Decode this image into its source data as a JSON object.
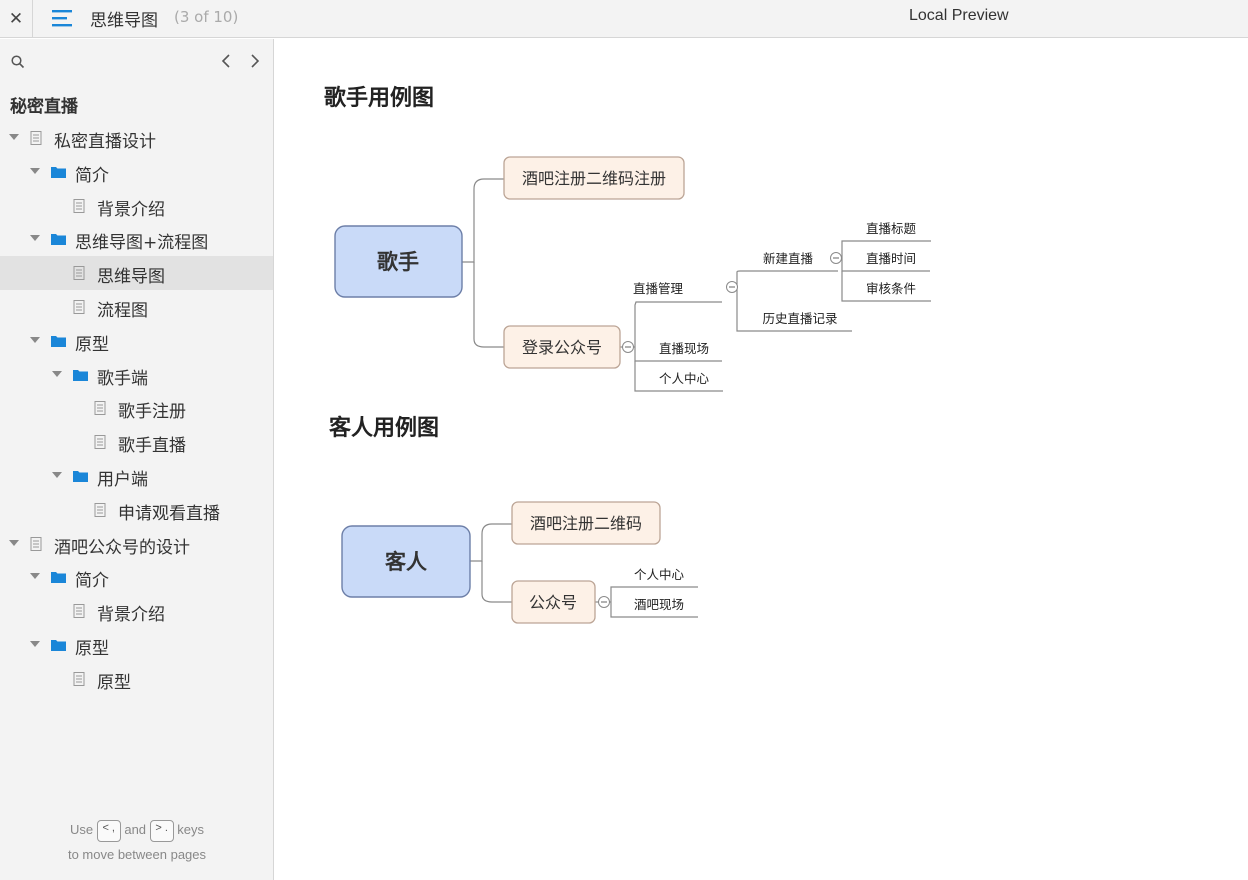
{
  "topbar": {
    "close_label": "✕",
    "title": "思维导图",
    "page_count": "(3 of 10)",
    "preview_label": "Local Preview"
  },
  "sidebar": {
    "project_title": "秘密直播",
    "items": [
      {
        "label": "私密直播设计",
        "level": 0,
        "type": "page",
        "expanded": true
      },
      {
        "label": "简介",
        "level": 1,
        "type": "folder",
        "expanded": true
      },
      {
        "label": "背景介绍",
        "level": 2,
        "type": "page"
      },
      {
        "label": "思维导图+流程图",
        "level": 1,
        "type": "folder",
        "expanded": true
      },
      {
        "label": "思维导图",
        "level": 2,
        "type": "page",
        "selected": true
      },
      {
        "label": "流程图",
        "level": 2,
        "type": "page"
      },
      {
        "label": "原型",
        "level": 1,
        "type": "folder",
        "expanded": true
      },
      {
        "label": "歌手端",
        "level": 2,
        "type": "folder",
        "expanded": true
      },
      {
        "label": "歌手注册",
        "level": 3,
        "type": "page"
      },
      {
        "label": "歌手直播",
        "level": 3,
        "type": "page"
      },
      {
        "label": "用户端",
        "level": 2,
        "type": "folder",
        "expanded": true
      },
      {
        "label": "申请观看直播",
        "level": 3,
        "type": "page"
      },
      {
        "label": "酒吧公众号的设计",
        "level": 0,
        "type": "page",
        "expanded": true
      },
      {
        "label": "简介",
        "level": 1,
        "type": "folder",
        "expanded": true
      },
      {
        "label": "背景介绍",
        "level": 2,
        "type": "page"
      },
      {
        "label": "原型",
        "level": 1,
        "type": "folder",
        "expanded": true
      },
      {
        "label": "原型",
        "level": 2,
        "type": "page"
      }
    ],
    "hint": {
      "use": "Use",
      "prev_key": "< ,",
      "and": "and",
      "next_key": "> .",
      "keys": "keys",
      "line2": "to move between pages"
    }
  },
  "content": {
    "singer_heading": "歌手用例图",
    "guest_heading": "客人用例图",
    "singer_map": {
      "root": "歌手",
      "branch1": "酒吧注册二维码注册",
      "branch2": "登录公众号",
      "sub_manage": "直播管理",
      "sub_scene": "直播现场",
      "sub_center": "个人中心",
      "sub_new": "新建直播",
      "sub_history": "历史直播记录",
      "leaf_title": "直播标题",
      "leaf_time": "直播时间",
      "leaf_review": "审核条件"
    },
    "guest_map": {
      "root": "客人",
      "branch1": "酒吧注册二维码",
      "branch2": "公众号",
      "sub_center": "个人中心",
      "sub_scene": "酒吧现场"
    }
  },
  "colors": {
    "folder_blue": "#1a86d8",
    "root_fill": "#c9daf8",
    "root_stroke": "#6d7fa8",
    "branch_fill": "#fdf1e7",
    "branch_stroke": "#bca596",
    "line": "#8a8a8a"
  }
}
